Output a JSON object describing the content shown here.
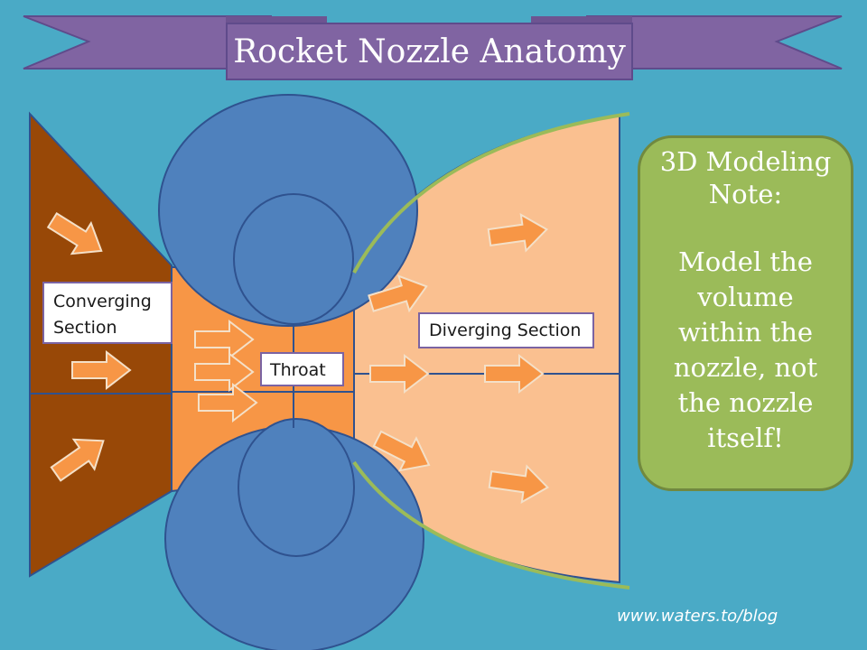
{
  "title": "Rocket Nozzle Anatomy",
  "labels": {
    "converging_line1": "Converging",
    "converging_line2": "Section",
    "throat": "Throat",
    "diverging": "Diverging Section"
  },
  "note": {
    "heading_line1": "3D Modeling",
    "heading_line2": "Note:",
    "body_lines": [
      "Model the",
      "volume",
      "within the",
      "nozzle, not",
      "the nozzle",
      "itself!"
    ]
  },
  "footer": "www.waters.to/blog",
  "colors": {
    "background": "#4aaac6",
    "banner": "#8064a2",
    "converging_fill": "#984807",
    "throat_fill": "#f79646",
    "diverging_fill": "#fac090",
    "nozzle_wall": "#4f81bd",
    "wall_outline": "#2f528f",
    "contour_line": "#9bbb59",
    "flow_arrow": "#f79646",
    "note_fill": "#9bbb59"
  },
  "icons": [
    "flow-arrow-icon"
  ]
}
